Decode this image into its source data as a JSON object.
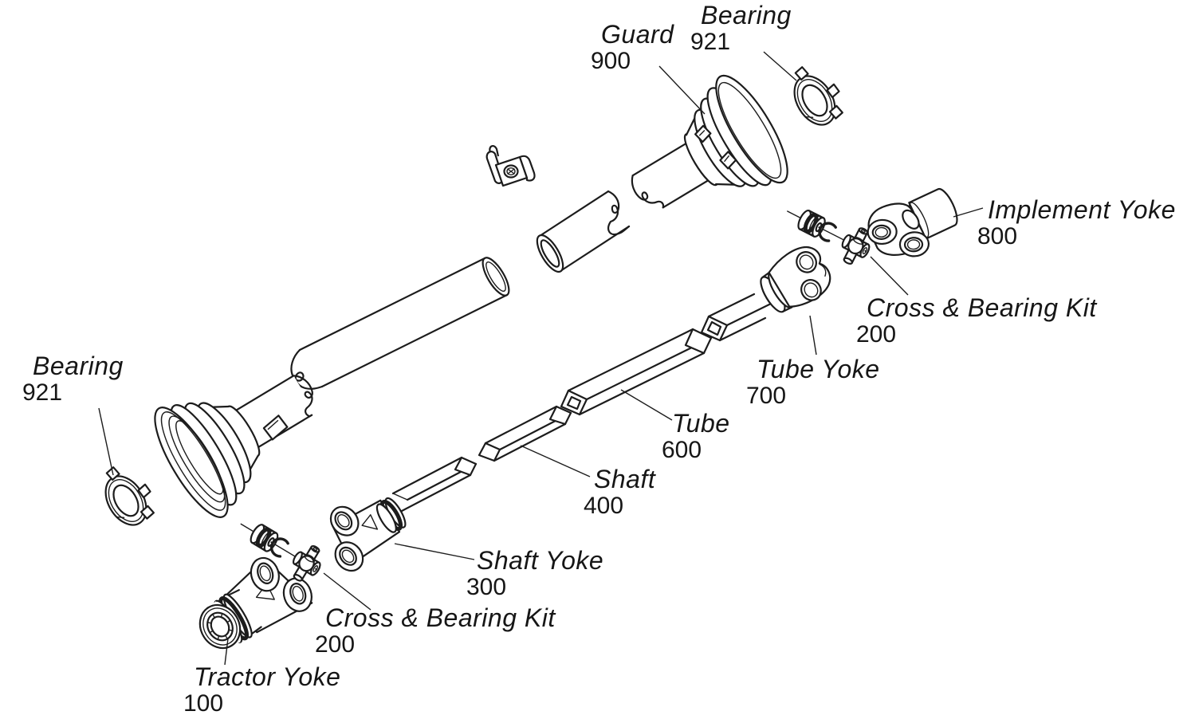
{
  "diagram": {
    "title": "PTO driveline exploded parts diagram",
    "background_color": "#ffffff",
    "line_color": "#1c1c1c",
    "parts": {
      "guard": {
        "name": "Guard",
        "number": "900"
      },
      "bearing_top": {
        "name": "Bearing",
        "number": "921"
      },
      "implement_yoke": {
        "name": "Implement Yoke",
        "number": "800"
      },
      "cross_bearing_upper": {
        "name": "Cross & Bearing Kit",
        "number": "200"
      },
      "tube_yoke": {
        "name": "Tube Yoke",
        "number": "700"
      },
      "tube": {
        "name": "Tube",
        "number": "600"
      },
      "shaft": {
        "name": "Shaft",
        "number": "400"
      },
      "shaft_yoke": {
        "name": "Shaft Yoke",
        "number": "300"
      },
      "cross_bearing_lower": {
        "name": "Cross & Bearing Kit",
        "number": "200"
      },
      "tractor_yoke": {
        "name": "Tractor Yoke",
        "number": "100"
      },
      "bearing_left": {
        "name": "Bearing",
        "number": "921"
      }
    }
  }
}
